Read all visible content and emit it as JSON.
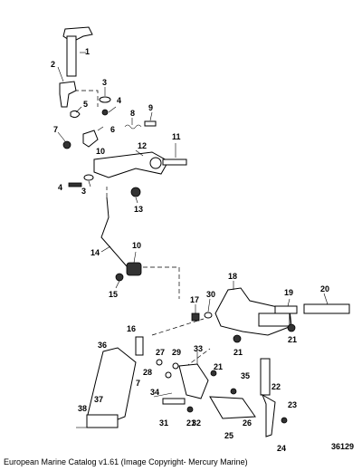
{
  "callouts": [
    "1",
    "2",
    "3",
    "4",
    "5",
    "6",
    "7",
    "8",
    "9",
    "10",
    "11",
    "12",
    "3",
    "4",
    "13",
    "10",
    "14",
    "15",
    "16",
    "17",
    "18",
    "19",
    "20",
    "21",
    "21",
    "22",
    "23",
    "24",
    "25",
    "26",
    "27",
    "28",
    "29",
    "30",
    "31",
    "32",
    "33",
    "34",
    "35",
    "36",
    "37",
    "38",
    "7",
    "21"
  ],
  "reference_number": "36129",
  "caption": "European Marine Catalog v1.61 (Image Copyright- Mercury Marine)"
}
